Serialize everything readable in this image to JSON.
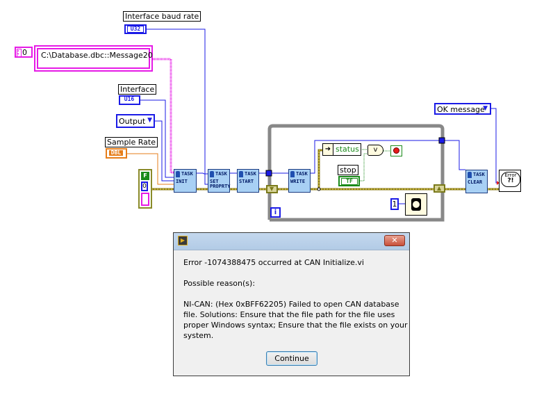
{
  "block_diagram": {
    "controls": {
      "baud_rate": {
        "label": "Interface baud rate",
        "type_tag": "U32"
      },
      "array_index": {
        "value": "0"
      },
      "message_path": {
        "value": "C:\\Database.dbc::Message20"
      },
      "interface": {
        "label": "Interface",
        "type_tag": "U16"
      },
      "mode": {
        "value": "Output",
        "arrow": "▼"
      },
      "sample_rate": {
        "label": "Sample Rate",
        "type_tag": "DBL"
      },
      "cluster": {
        "bool_value": "F",
        "num_value": "0"
      },
      "stop": {
        "label": "stop",
        "type_tag": "TF"
      },
      "wait_ms": {
        "value": "1"
      },
      "dialog_type": {
        "value": "OK message",
        "arrow": "▼"
      }
    },
    "nodes": [
      {
        "task": "TASK",
        "name": "INIT"
      },
      {
        "task": "TASK",
        "name": "SET PROPRTY"
      },
      {
        "task": "TASK",
        "name": "START"
      },
      {
        "task": "TASK",
        "name": "WRITE"
      },
      {
        "task": "TASK",
        "name": "CLEAR"
      }
    ],
    "loop": {
      "iteration_terminal": "i",
      "status_unbundle": "status",
      "or_gate": "v"
    },
    "error_handler": {
      "line1": "Error",
      "line2": "?!"
    }
  },
  "dialog": {
    "close_glyph": "✕",
    "error_line": "Error -1074388475 occurred at CAN Initialize.vi",
    "reason_header": "Possible reason(s):",
    "detail_lines": [
      "NI-CAN:  (Hex 0xBFF62205) Failed to open CAN database",
      "file. Solutions: Ensure that the file path for the file uses",
      "proper Windows syntax; Ensure that the file exists on your",
      "system."
    ],
    "continue_label": "Continue"
  },
  "colors": {
    "numeric_wire": "#1a1ae6",
    "string_wire": "#e61ae6",
    "float_wire": "#e67e1a",
    "error_wire": "#8a7a1a",
    "boolean_wire": "#1a8a1a",
    "loop_frame": "#888888",
    "task_node": "#a8d0f4"
  }
}
